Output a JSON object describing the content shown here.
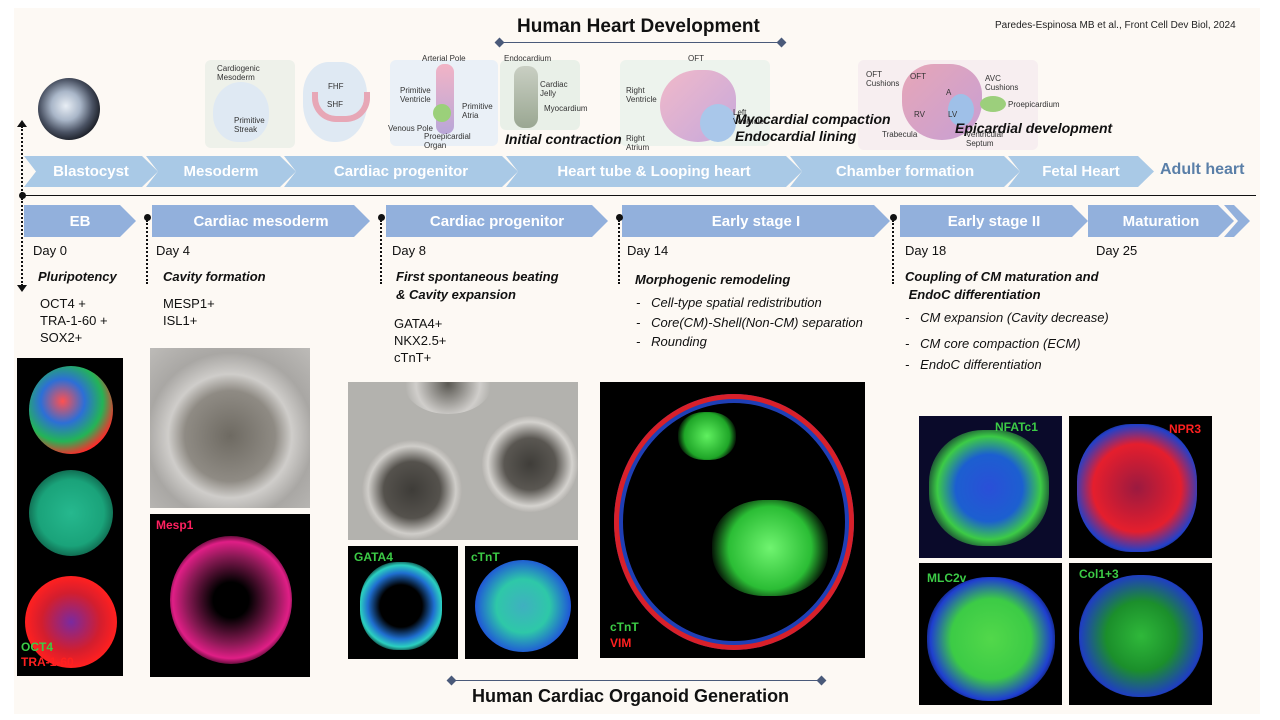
{
  "header": {
    "title": "Human Heart Development",
    "citation": "Paredes-Espinosa MB et al., Front Cell Dev Biol, 2024"
  },
  "footer": {
    "title": "Human Cardiac Organoid Generation"
  },
  "in_vivo_stages": [
    "Blastocyst",
    "Mesoderm",
    "Cardiac progenitor",
    "Heart tube & Looping heart",
    "Chamber formation",
    "Fetal Heart",
    "Adult heart"
  ],
  "illustration_labels": {
    "cardiogenic_mesoderm": "Cardiogenic\nMesoderm",
    "primitive_streak": "Primitive\nStreak",
    "fhf": "FHF",
    "shf": "SHF",
    "arterial_pole": "Arterial Pole",
    "primitive_ventricle": "Primitive\nVentricle",
    "primitive_atria": "Primitive\nAtria",
    "venous_pole": "Venous Pole",
    "proepicardial_organ": "Proepicardial\nOrgan",
    "endocardium": "Endocardium",
    "cardiac_jelly": "Cardiac\nJelly",
    "myocardium": "Myocardium",
    "oft": "OFT",
    "right_ventricle": "Right\nVentricle",
    "left_ventricle": "Left\nVentricle",
    "right_atrium": "Right\nAtrium",
    "oft_cushions": "OFT\nCushions",
    "avc_cushions": "AVC\nCushions",
    "proepicardium": "Proepicardium",
    "rv": "RV",
    "lv": "LV",
    "a": "A",
    "trabecula": "Trabecula",
    "ventricular_septum": "Ventricular\nSeptum"
  },
  "event_labels": {
    "initial_contraction": "Initial contraction",
    "myocardial_compaction": "Myocardial compaction",
    "endocardial_lining": "Endocardial lining",
    "epicardial_development": "Epicardial development"
  },
  "organoid_stages": [
    {
      "label": "EB",
      "day": "Day 0",
      "heading": "Pluripotency",
      "markers": [
        "OCT4 +",
        "TRA-1-60 +",
        "SOX2+"
      ],
      "stains": [
        "OCT4",
        "TRA-1-60"
      ]
    },
    {
      "label": "Cardiac mesoderm",
      "day": "Day 4",
      "heading": "Cavity formation",
      "markers": [
        "MESP1+",
        "ISL1+"
      ],
      "stains": [
        "Mesp1"
      ]
    },
    {
      "label": "Cardiac progenitor",
      "day": "Day 8",
      "heading": "First spontaneous beating\n& Cavity expansion",
      "markers": [
        "GATA4+",
        "NKX2.5+",
        "cTnT+"
      ],
      "stains": [
        "GATA4",
        "cTnT"
      ]
    },
    {
      "label": "Early stage I",
      "day": "Day 14",
      "heading": "Morphogenic remodeling",
      "bullets": [
        "Cell-type spatial redistribution",
        "Core(CM)-Shell(Non-CM) separation",
        "Rounding"
      ],
      "stains": [
        "cTnT",
        "VIM"
      ]
    },
    {
      "label": "Early stage II",
      "day": "Day 18",
      "heading": "Coupling of CM maturation and\n EndoC differentiation",
      "bullets": [
        "CM expansion (Cavity decrease)",
        "CM core compaction (ECM)",
        "EndoC differentiation"
      ],
      "stains": [
        "NFATc1",
        "NPR3",
        "MLC2v",
        "Col1+3"
      ]
    },
    {
      "label": "Maturation",
      "day": "Day 25"
    }
  ],
  "colors": {
    "top_chevron": "#a9c9e6",
    "bottom_chevron": "#92b0dc",
    "adult_heart_text": "#5a7fa8",
    "stain_green": "#3ccb46",
    "stain_red": "#ff2020"
  }
}
